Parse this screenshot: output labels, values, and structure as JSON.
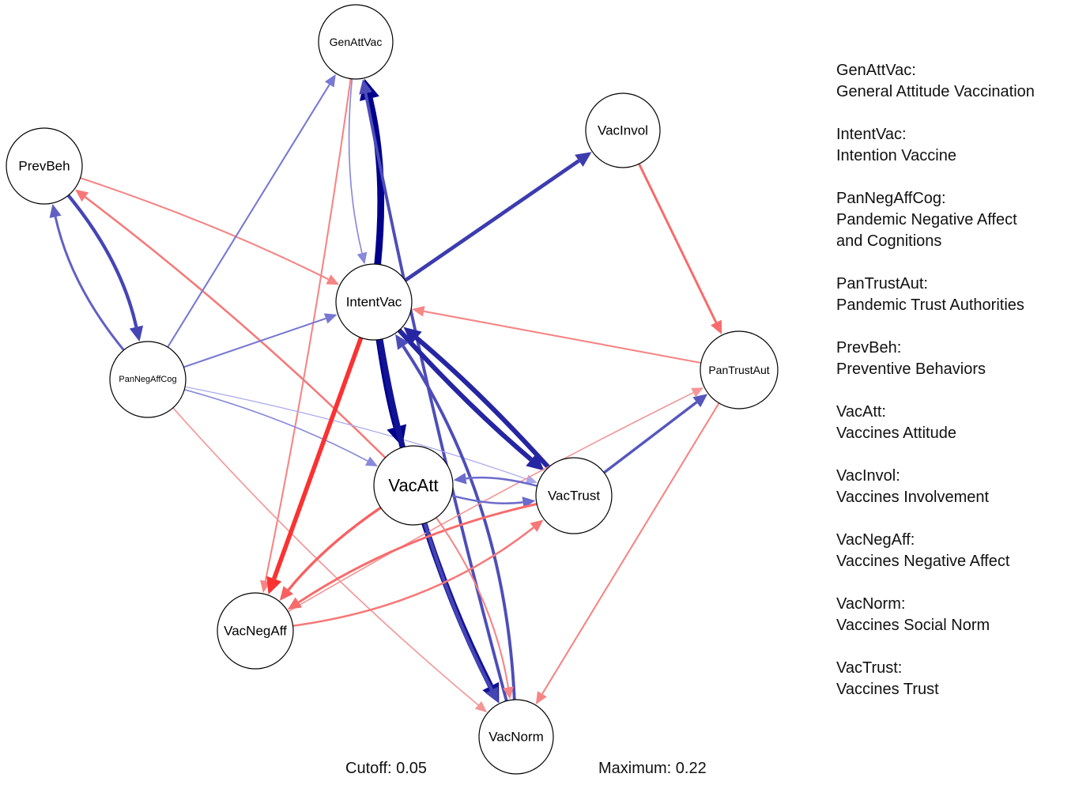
{
  "nodes": [
    {
      "id": "GenAttVac",
      "label": "GenAttVac",
      "size": "small"
    },
    {
      "id": "VacInvol",
      "label": "VacInvol",
      "size": "medium"
    },
    {
      "id": "PrevBeh",
      "label": "PrevBeh",
      "size": "medium"
    },
    {
      "id": "IntentVac",
      "label": "IntentVac",
      "size": "medium",
      "emphasis": true
    },
    {
      "id": "PanNegAffCog",
      "label": "PanNegAffCog",
      "size": "tiny"
    },
    {
      "id": "PanTrustAut",
      "label": "PanTrustAut",
      "size": "small"
    },
    {
      "id": "VacAtt",
      "label": "VacAtt",
      "size": "large"
    },
    {
      "id": "VacTrust",
      "label": "VacTrust",
      "size": "medium"
    },
    {
      "id": "VacNegAff",
      "label": "VacNegAff",
      "size": "medium"
    },
    {
      "id": "VacNorm",
      "label": "VacNorm",
      "size": "medium"
    }
  ],
  "edges": [
    {
      "from": "IntentVac",
      "to": "GenAttVac",
      "sign": "positive",
      "strength": 0.22
    },
    {
      "from": "GenAttVac",
      "to": "IntentVac",
      "sign": "positive",
      "strength": 0.06
    },
    {
      "from": "GenAttVac",
      "to": "VacNegAff",
      "sign": "negative",
      "strength": 0.07
    },
    {
      "from": "VacNorm",
      "to": "GenAttVac",
      "sign": "positive",
      "strength": 0.11
    },
    {
      "from": "IntentVac",
      "to": "VacInvol",
      "sign": "positive",
      "strength": 0.13
    },
    {
      "from": "VacInvol",
      "to": "PanTrustAut",
      "sign": "negative",
      "strength": 0.09
    },
    {
      "from": "PrevBeh",
      "to": "PanNegAffCog",
      "sign": "positive",
      "strength": 0.12
    },
    {
      "from": "PanNegAffCog",
      "to": "PrevBeh",
      "sign": "positive",
      "strength": 0.09
    },
    {
      "from": "PrevBeh",
      "to": "IntentVac",
      "sign": "negative",
      "strength": 0.07
    },
    {
      "from": "VacAtt",
      "to": "PrevBeh",
      "sign": "negative",
      "strength": 0.08
    },
    {
      "from": "PanNegAffCog",
      "to": "GenAttVac",
      "sign": "positive",
      "strength": 0.07
    },
    {
      "from": "PanNegAffCog",
      "to": "IntentVac",
      "sign": "positive",
      "strength": 0.07
    },
    {
      "from": "PanNegAffCog",
      "to": "VacAtt",
      "sign": "positive",
      "strength": 0.06
    },
    {
      "from": "PanNegAffCog",
      "to": "VacTrust",
      "sign": "positive",
      "strength": 0.05
    },
    {
      "from": "PanNegAffCog",
      "to": "VacNorm",
      "sign": "negative",
      "strength": 0.06
    },
    {
      "from": "IntentVac",
      "to": "VacAtt",
      "sign": "positive",
      "strength": 0.22
    },
    {
      "from": "IntentVac",
      "to": "VacTrust",
      "sign": "positive",
      "strength": 0.16
    },
    {
      "from": "VacTrust",
      "to": "IntentVac",
      "sign": "positive",
      "strength": 0.16
    },
    {
      "from": "IntentVac",
      "to": "VacNegAff",
      "sign": "negative",
      "strength": 0.15
    },
    {
      "from": "IntentVac",
      "to": "VacNorm",
      "sign": "positive",
      "strength": 0.19
    },
    {
      "from": "VacNorm",
      "to": "IntentVac",
      "sign": "positive",
      "strength": 0.11
    },
    {
      "from": "PanTrustAut",
      "to": "IntentVac",
      "sign": "negative",
      "strength": 0.07
    },
    {
      "from": "VacTrust",
      "to": "PanTrustAut",
      "sign": "positive",
      "strength": 0.1
    },
    {
      "from": "VacNegAff",
      "to": "PanTrustAut",
      "sign": "negative",
      "strength": 0.06
    },
    {
      "from": "PanTrustAut",
      "to": "VacNorm",
      "sign": "negative",
      "strength": 0.07
    },
    {
      "from": "VacTrust",
      "to": "VacAtt",
      "sign": "positive",
      "strength": 0.08
    },
    {
      "from": "VacAtt",
      "to": "VacTrust",
      "sign": "positive",
      "strength": 0.08
    },
    {
      "from": "VacAtt",
      "to": "VacNorm",
      "sign": "positive",
      "strength": 0.12
    },
    {
      "from": "VacAtt",
      "to": "VacNegAff",
      "sign": "negative",
      "strength": 0.1
    },
    {
      "from": "VacTrust",
      "to": "VacNegAff",
      "sign": "negative",
      "strength": 0.09
    },
    {
      "from": "VacNegAff",
      "to": "VacTrust",
      "sign": "negative",
      "strength": 0.08
    },
    {
      "from": "VacAtt",
      "to": "VacNorm",
      "sign": "negative",
      "strength": 0.07
    }
  ],
  "colors": {
    "positive_strong": "#00008b",
    "positive_weak": "#a6a6ee",
    "negative_strong": "#ff0000",
    "negative_weak": "#f2b8b8"
  },
  "legend": [
    {
      "abbr": "GenAttVac:",
      "full": [
        "General Attitude Vaccination"
      ]
    },
    {
      "abbr": "IntentVac:",
      "full": [
        "Intention Vaccine"
      ]
    },
    {
      "abbr": "PanNegAffCog:",
      "full": [
        "Pandemic Negative Affect",
        "and Cognitions"
      ]
    },
    {
      "abbr": "PanTrustAut:",
      "full": [
        "Pandemic Trust Authorities"
      ]
    },
    {
      "abbr": "PrevBeh:",
      "full": [
        "Preventive Behaviors"
      ]
    },
    {
      "abbr": "VacAtt:",
      "full": [
        "Vaccines Attitude"
      ]
    },
    {
      "abbr": "VacInvol:",
      "full": [
        "Vaccines Involvement"
      ]
    },
    {
      "abbr": "VacNegAff:",
      "full": [
        "Vaccines Negative Affect"
      ]
    },
    {
      "abbr": "VacNorm:",
      "full": [
        "Vaccines Social Norm"
      ]
    },
    {
      "abbr": "VacTrust:",
      "full": [
        "Vaccines Trust"
      ]
    }
  ],
  "footer": {
    "cutoff": "Cutoff: 0.05",
    "maximum": "Maximum: 0.22"
  },
  "scale": {
    "cutoff": 0.05,
    "maximum": 0.22
  }
}
